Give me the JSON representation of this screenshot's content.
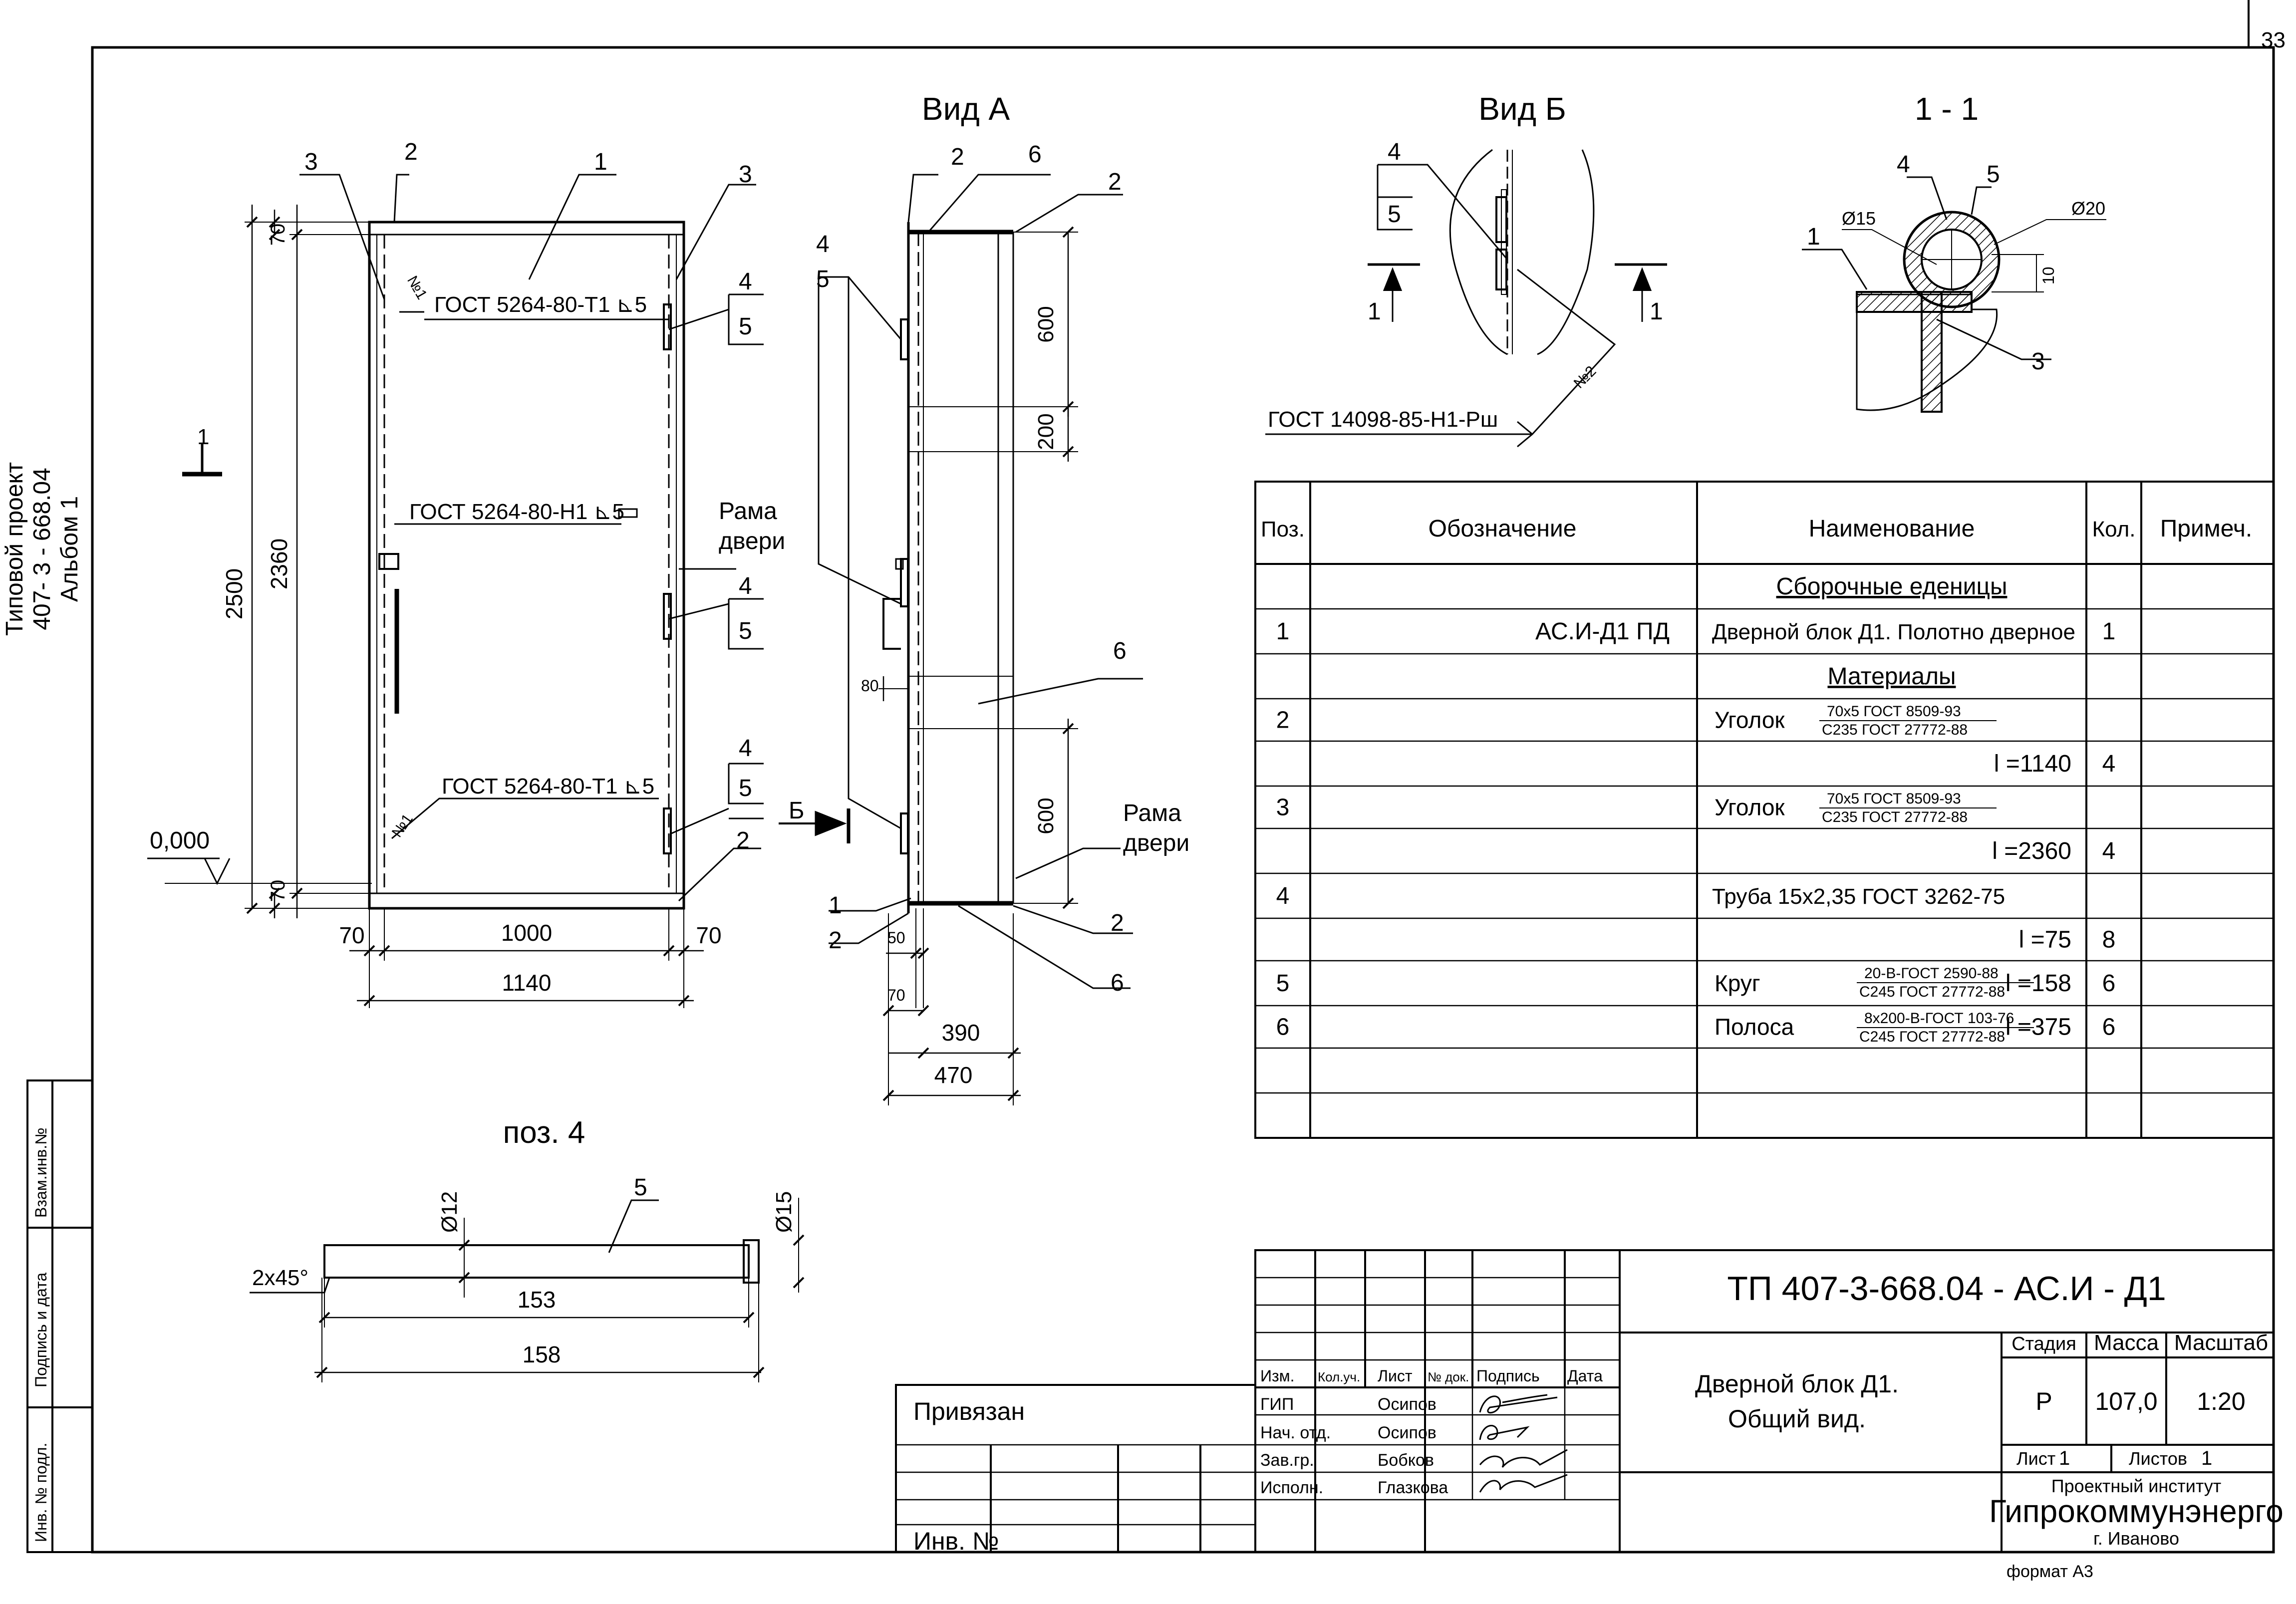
{
  "sheet": {
    "page_number": "33",
    "side_project": [
      "Типовой проект",
      "407- 3 - 668.04",
      "Альбом 1"
    ],
    "side_stamp": [
      "Взам.инв.№",
      "Подпись и дата",
      "Инв. № подл."
    ]
  },
  "views": {
    "vid_a": "Вид А",
    "vid_b": "Вид Б",
    "section": "1 - 1",
    "poz4": "поз. 4"
  },
  "front_view": {
    "labels": {
      "pos1": "1",
      "pos2_top": "2",
      "pos3_left": "3",
      "pos3_right": "3",
      "pos4_a": "4",
      "pos5_a": "5",
      "pos4_b": "4",
      "pos5_b": "5",
      "pos4_c": "4",
      "pos5_c": "5",
      "pos2_bottom": "2"
    },
    "weld_top": "ГОСТ 5264-80-Т1 ⊾5",
    "weld_mid": "ГОСТ 5264-80-Н1 ⊾5",
    "weld_bottom": "ГОСТ 5264-80-Т1 ⊾5",
    "weld_mark": "№1",
    "frame_label": [
      "Рама",
      "двери"
    ],
    "section_mark": "1",
    "level": "0,000",
    "dims": {
      "h2500": "2500",
      "h2360": "2360",
      "h70_top": "70",
      "h70_bottom": "70",
      "w70_left": "70",
      "w1000": "1000",
      "w70_right": "70",
      "w1140": "1140"
    }
  },
  "side_view": {
    "labels": {
      "p2_top": "2",
      "p6_top": "6",
      "p2_right": "2",
      "p4": "4",
      "p5": "5",
      "p6_mid": "6",
      "p1": "1",
      "p2_left": "2",
      "p2_bottom": "2",
      "p6_bottom": "6"
    },
    "frame_label": [
      "Рама",
      "двери"
    ],
    "view_arrow": "Б",
    "dims": {
      "d600_top": "600",
      "d200": "200",
      "d600_bottom": "600",
      "d80": "80",
      "d50": "50",
      "d70": "70",
      "d390": "390",
      "d470": "470"
    }
  },
  "view_b": {
    "labels": {
      "p4": "4",
      "p5": "5"
    },
    "section_marks": [
      "1",
      "1"
    ],
    "weld": "ГОСТ 14098-85-Н1-Рш",
    "weld_mark": "№2"
  },
  "section_1_1": {
    "labels": {
      "p4": "4",
      "p5": "5",
      "p1": "1",
      "p3": "3"
    },
    "dims": {
      "d15": "Ø15",
      "d20": "Ø20",
      "d10": "10"
    }
  },
  "pos4_detail": {
    "label": "5",
    "dims": {
      "d12": "Ø12",
      "d15": "Ø15",
      "chamfer": "2x45°",
      "l153": "153",
      "l158": "158"
    }
  },
  "spec_table": {
    "headers": [
      "Поз.",
      "Обозначение",
      "Наименование",
      "Кол.",
      "Примеч."
    ],
    "rows": [
      {
        "pos": "",
        "designation": "",
        "name": "Сборочные еденицы",
        "name_sub": "",
        "length": "",
        "qty": "",
        "note": "",
        "underline": true
      },
      {
        "pos": "1",
        "designation": "АС.И-Д1 ПД",
        "name": "Дверной  блок Д1. Полотно дверное",
        "name_sub": "",
        "length": "",
        "qty": "1",
        "note": ""
      },
      {
        "pos": "",
        "designation": "",
        "name": "Материалы",
        "name_sub": "",
        "length": "",
        "qty": "",
        "note": "",
        "underline": true
      },
      {
        "pos": "2",
        "designation": "",
        "name": "Уголок",
        "name_sub": "70x5 ГОСТ 8509-93|С235 ГОСТ 27772-88",
        "length": "",
        "qty": "",
        "note": ""
      },
      {
        "pos": "",
        "designation": "",
        "name": "",
        "name_sub": "",
        "length": "l =1140",
        "qty": "4",
        "note": ""
      },
      {
        "pos": "3",
        "designation": "",
        "name": "Уголок",
        "name_sub": "70x5 ГОСТ 8509-93|С235 ГОСТ 27772-88",
        "length": "",
        "qty": "",
        "note": ""
      },
      {
        "pos": "",
        "designation": "",
        "name": "",
        "name_sub": "",
        "length": "l =2360",
        "qty": "4",
        "note": ""
      },
      {
        "pos": "4",
        "designation": "",
        "name": "Труба 15x2,35 ГОСТ 3262-75",
        "name_sub": "",
        "length": "",
        "qty": "",
        "note": ""
      },
      {
        "pos": "",
        "designation": "",
        "name": "",
        "name_sub": "",
        "length": "l =75",
        "qty": "8",
        "note": ""
      },
      {
        "pos": "5",
        "designation": "",
        "name": "Круг",
        "name_sub": "20-В-ГОСТ 2590-88|С245 ГОСТ 27772-88",
        "length": "l =158",
        "qty": "6",
        "note": ""
      },
      {
        "pos": "6",
        "designation": "",
        "name": "Полоса",
        "name_sub": "8x200-В-ГОСТ 103-76|С245 ГОСТ 27772-88",
        "length": "l =375",
        "qty": "6",
        "note": ""
      },
      {
        "pos": "",
        "designation": "",
        "name": "",
        "name_sub": "",
        "length": "",
        "qty": "",
        "note": ""
      },
      {
        "pos": "",
        "designation": "",
        "name": "",
        "name_sub": "",
        "length": "",
        "qty": "",
        "note": ""
      }
    ]
  },
  "title_block": {
    "code": "ТП   407-3-668.04 - АС.И - Д1",
    "col_headers": [
      "Изм.",
      "Кол.уч.",
      "Лист",
      "№ док.",
      "Подпись",
      "Дата"
    ],
    "staff": [
      {
        "role": "ГИП",
        "name": "Осипов"
      },
      {
        "role": "Нач. отд.",
        "name": "Осипов"
      },
      {
        "role": "Зав.гр.",
        "name": "Бобков"
      },
      {
        "role": "Исполн.",
        "name": "Глазкова"
      }
    ],
    "drawing_name": [
      "Дверной блок Д1.",
      "Общий вид."
    ],
    "stage_header": "Стадия",
    "mass_header": "Масса",
    "scale_header": "Масштаб",
    "stage": "Р",
    "mass": "107,0",
    "scale": "1:20",
    "sheet_label": "Лист",
    "sheet": "1",
    "sheets_label": "Листов",
    "sheets": "1",
    "org_line1": "Проектный институт",
    "org_name": "Гипрокоммунэнерго",
    "city": "г. Иваново",
    "format": "формат А3"
  },
  "binding_block": {
    "privyazan": "Привязан",
    "inv_no": "Инв. №"
  }
}
